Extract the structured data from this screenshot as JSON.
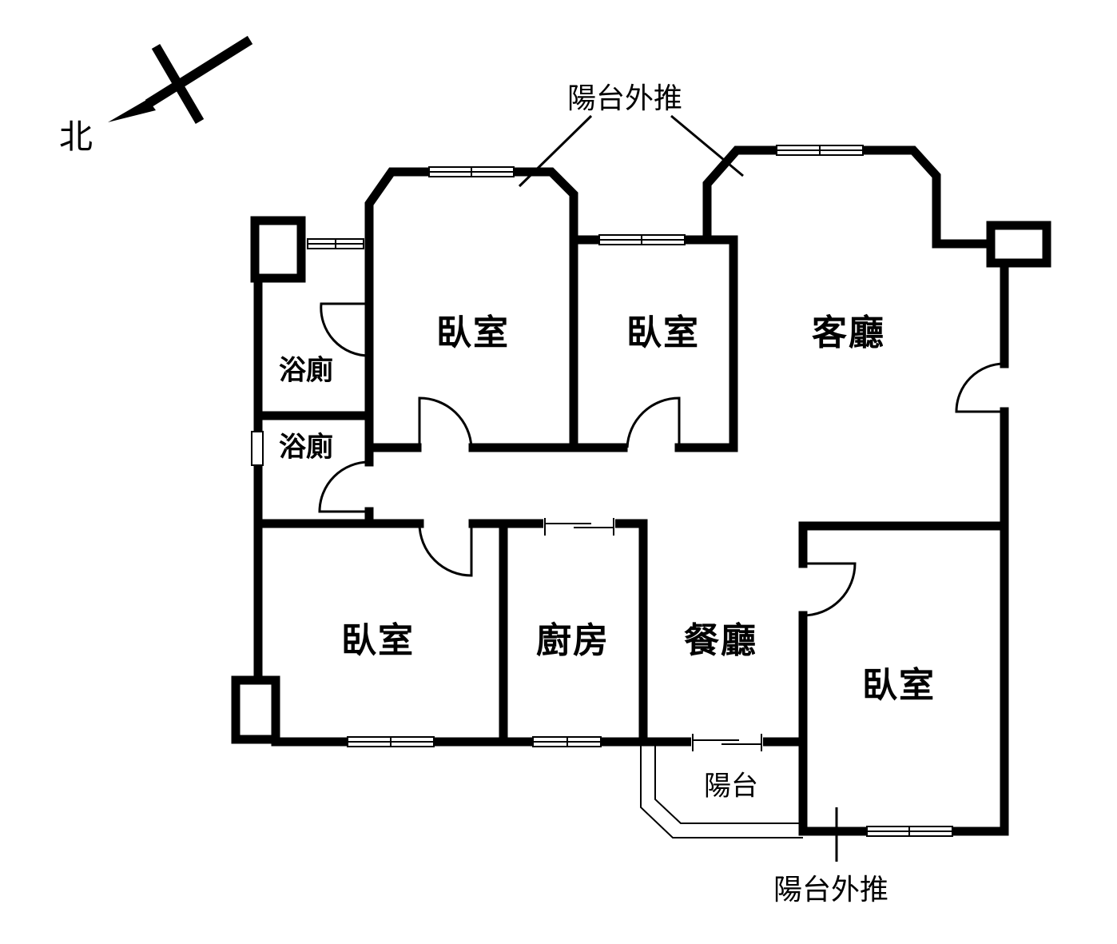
{
  "compass": {
    "label": "北"
  },
  "rooms": {
    "bedroom_top_left": "臥室",
    "bedroom_top_mid": "臥室",
    "living_room": "客廳",
    "bath_1": "浴廁",
    "bath_2": "浴廁",
    "bedroom_bottom_left": "臥室",
    "kitchen": "廚房",
    "dining_room": "餐廳",
    "bedroom_bottom_right": "臥室",
    "balcony": "陽台"
  },
  "annotations": {
    "balcony_extension_top": "陽台外推",
    "balcony_extension_bottom": "陽台外推"
  }
}
